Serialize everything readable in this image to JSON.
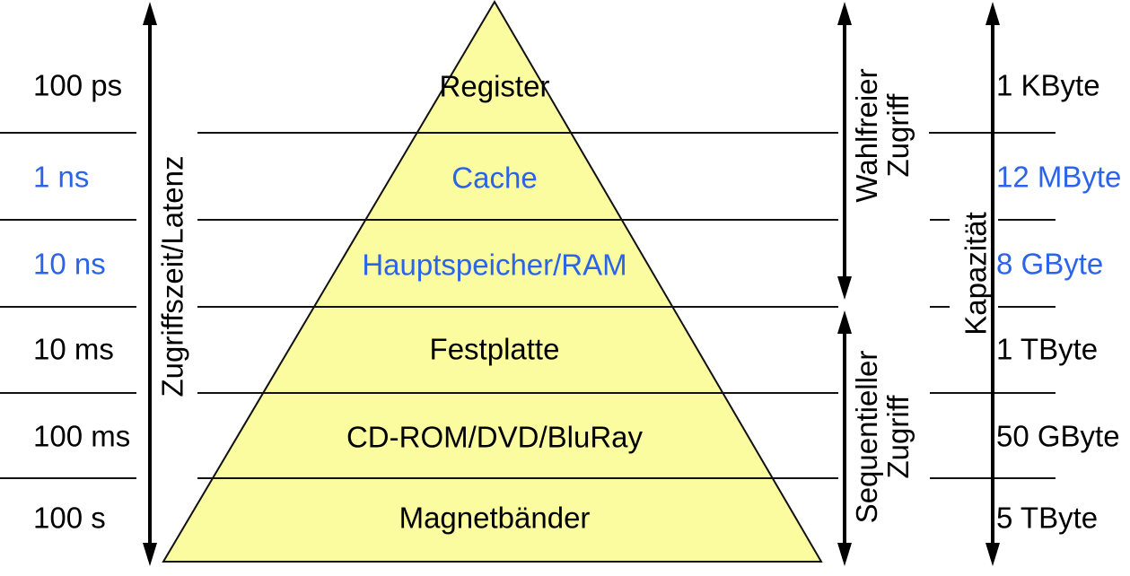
{
  "colors": {
    "text_black": "#000000",
    "text_blue": "#2B64E8",
    "pyramid_fill": "#FBFBA0",
    "line": "#111111"
  },
  "axes": {
    "latency_label": "Zugriffszeit/Latenz",
    "capacity_label": "Kapazität",
    "random_access_line1": "Wahlfreier",
    "random_access_line2": "Zugriff",
    "sequential_access_line1": "Sequentieller",
    "sequential_access_line2": "Zugriff"
  },
  "levels": [
    {
      "label": "Register",
      "access_time": "100 ps",
      "capacity": "1 KByte",
      "color": "#000000"
    },
    {
      "label": "Cache",
      "access_time": "1 ns",
      "capacity": "12 MByte",
      "color": "#2B64E8"
    },
    {
      "label": "Hauptspeicher/RAM",
      "access_time": "10 ns",
      "capacity": "8 GByte",
      "color": "#2B64E8"
    },
    {
      "label": "Festplatte",
      "access_time": "10 ms",
      "capacity": "1 TByte",
      "color": "#000000"
    },
    {
      "label": "CD-ROM/DVD/BluRay",
      "access_time": "100 ms",
      "capacity": "50 GByte",
      "color": "#000000"
    },
    {
      "label": "Magnetbänder",
      "access_time": "100 s",
      "capacity": "5 TByte",
      "color": "#000000"
    }
  ]
}
